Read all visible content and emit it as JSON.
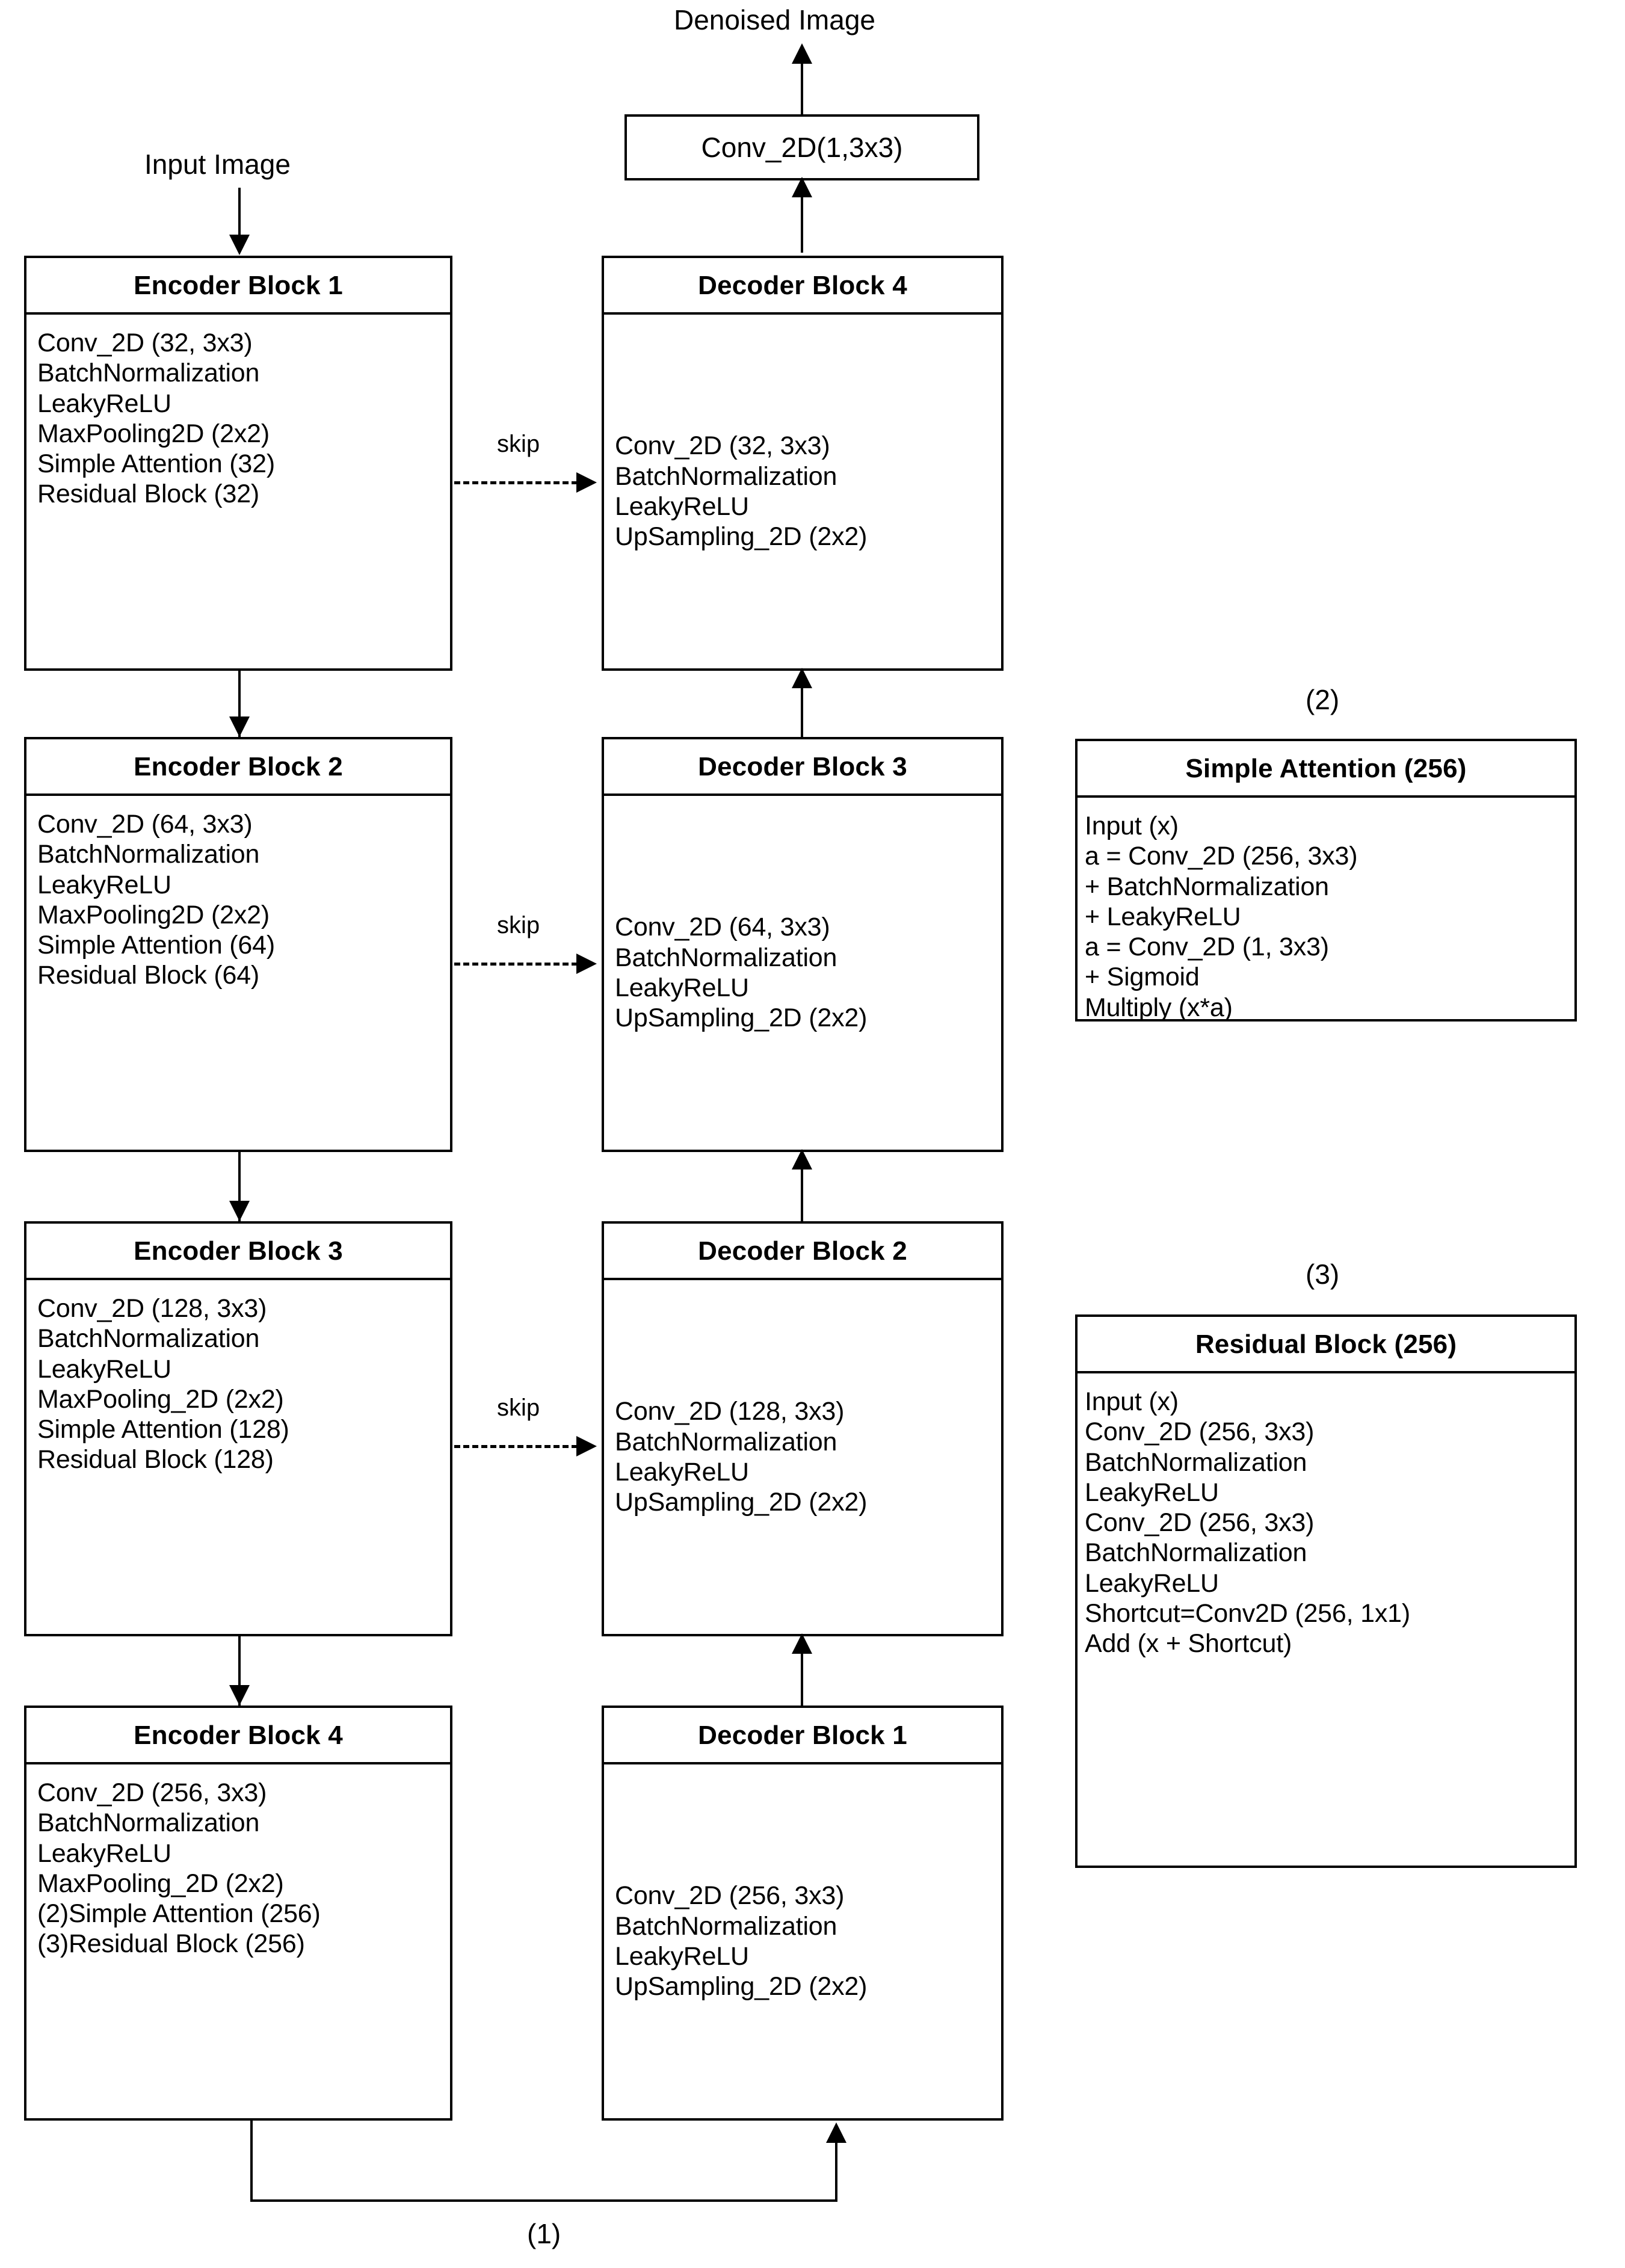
{
  "diagram": {
    "top_label": "Denoised Image",
    "input_label": "Input Image",
    "output_conv": "Conv_2D(1,3x3)",
    "skip_label": "skip",
    "ref_bottleneck": "(1)",
    "ref_attention": "(2)",
    "ref_residual": "(3)"
  },
  "encoder": [
    {
      "title": "Encoder Block 1",
      "lines": [
        "Conv_2D (32, 3x3)",
        "BatchNormalization",
        "LeakyReLU",
        "MaxPooling2D (2x2)",
        "Simple Attention (32)",
        "Residual Block (32)"
      ]
    },
    {
      "title": "Encoder Block 2",
      "lines": [
        "Conv_2D (64, 3x3)",
        "BatchNormalization",
        "LeakyReLU",
        "MaxPooling2D (2x2)",
        "Simple Attention (64)",
        "Residual Block (64)"
      ]
    },
    {
      "title": "Encoder Block 3",
      "lines": [
        "Conv_2D (128, 3x3)",
        "BatchNormalization",
        "LeakyReLU",
        "MaxPooling_2D (2x2)",
        "Simple Attention (128)",
        "Residual Block (128)"
      ]
    },
    {
      "title": "Encoder Block 4",
      "lines": [
        "Conv_2D (256, 3x3)",
        "BatchNormalization",
        "LeakyReLU",
        "MaxPooling_2D (2x2)",
        "(2)Simple Attention (256)",
        "(3)Residual Block (256)"
      ]
    }
  ],
  "decoder": [
    {
      "title": "Decoder Block 4",
      "lines": [
        "Conv_2D (32, 3x3)",
        "BatchNormalization",
        "LeakyReLU",
        "UpSampling_2D (2x2)"
      ]
    },
    {
      "title": "Decoder Block 3",
      "lines": [
        "Conv_2D (64, 3x3)",
        "BatchNormalization",
        "LeakyReLU",
        "UpSampling_2D (2x2)"
      ]
    },
    {
      "title": "Decoder Block 2",
      "lines": [
        "Conv_2D (128, 3x3)",
        "BatchNormalization",
        "LeakyReLU",
        "UpSampling_2D (2x2)"
      ]
    },
    {
      "title": "Decoder Block 1",
      "lines": [
        "Conv_2D (256, 3x3)",
        "BatchNormalization",
        "LeakyReLU",
        "UpSampling_2D (2x2)"
      ]
    }
  ],
  "modules": [
    {
      "ref": "(2)",
      "title": "Simple Attention (256)",
      "lines": [
        "Input (x)",
        "a = Conv_2D (256, 3x3)",
        "+ BatchNormalization",
        "+ LeakyReLU",
        "a = Conv_2D (1, 3x3)",
        "+ Sigmoid",
        "Multiply (x*a)"
      ]
    },
    {
      "ref": "(3)",
      "title": "Residual Block (256)",
      "lines": [
        "Input (x)",
        "Conv_2D (256, 3x3)",
        "BatchNormalization",
        "LeakyReLU",
        "Conv_2D (256, 3x3)",
        "BatchNormalization",
        "LeakyReLU",
        "Shortcut=Conv2D (256, 1x1)",
        "Add (x + Shortcut)"
      ]
    }
  ]
}
